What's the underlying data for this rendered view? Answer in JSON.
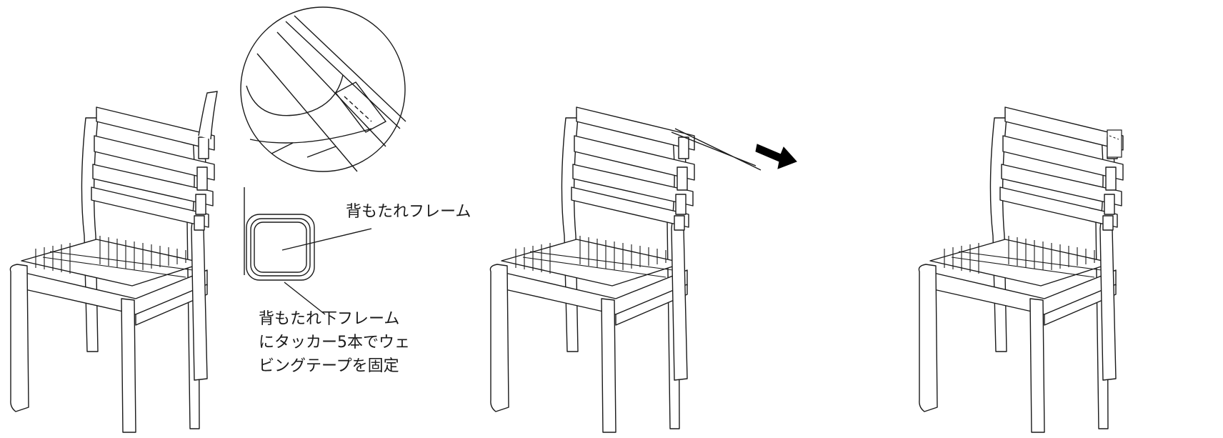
{
  "labels": {
    "backrest_frame": "背もたれフレーム",
    "lower_frame_note": [
      "背もたれ下フレーム",
      "にタッカー5本でウェ",
      "ビングテープを固定"
    ]
  },
  "steps": [
    {
      "name": "step-staple-webbing"
    },
    {
      "name": "step-pull-webbing",
      "arrow": "pull-arrow"
    },
    {
      "name": "step-webbing-fixed"
    }
  ],
  "colors": {
    "line": "#1a1a1a",
    "fill": "#ffffff",
    "arrow": "#000000"
  }
}
